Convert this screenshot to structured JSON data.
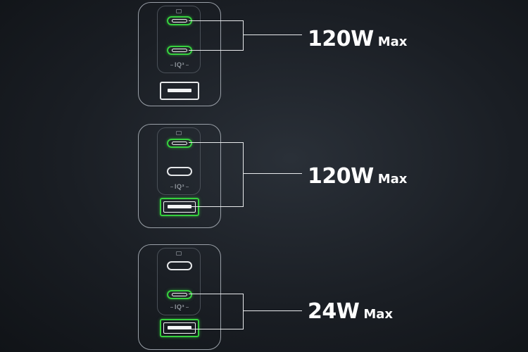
{
  "groups": [
    {
      "id": "group-1",
      "ports": {
        "usb_c1": "active",
        "usb_c2": "active",
        "usb_a": "inactive"
      },
      "badge": "IQ³",
      "power_value": "120W",
      "power_suffix": "Max"
    },
    {
      "id": "group-2",
      "ports": {
        "usb_c1": "active",
        "usb_c2": "inactive",
        "usb_a": "active"
      },
      "badge": "IQ³",
      "power_value": "120W",
      "power_suffix": "Max"
    },
    {
      "id": "group-3",
      "ports": {
        "usb_c1": "inactive",
        "usb_c2": "active",
        "usb_a": "active"
      },
      "badge": "IQ³",
      "power_value": "24W",
      "power_suffix": "Max"
    }
  ],
  "colors": {
    "background": "#1a1e24",
    "active_port": "#36d13e",
    "outline": "#9aa0a8",
    "text": "#ffffff"
  }
}
